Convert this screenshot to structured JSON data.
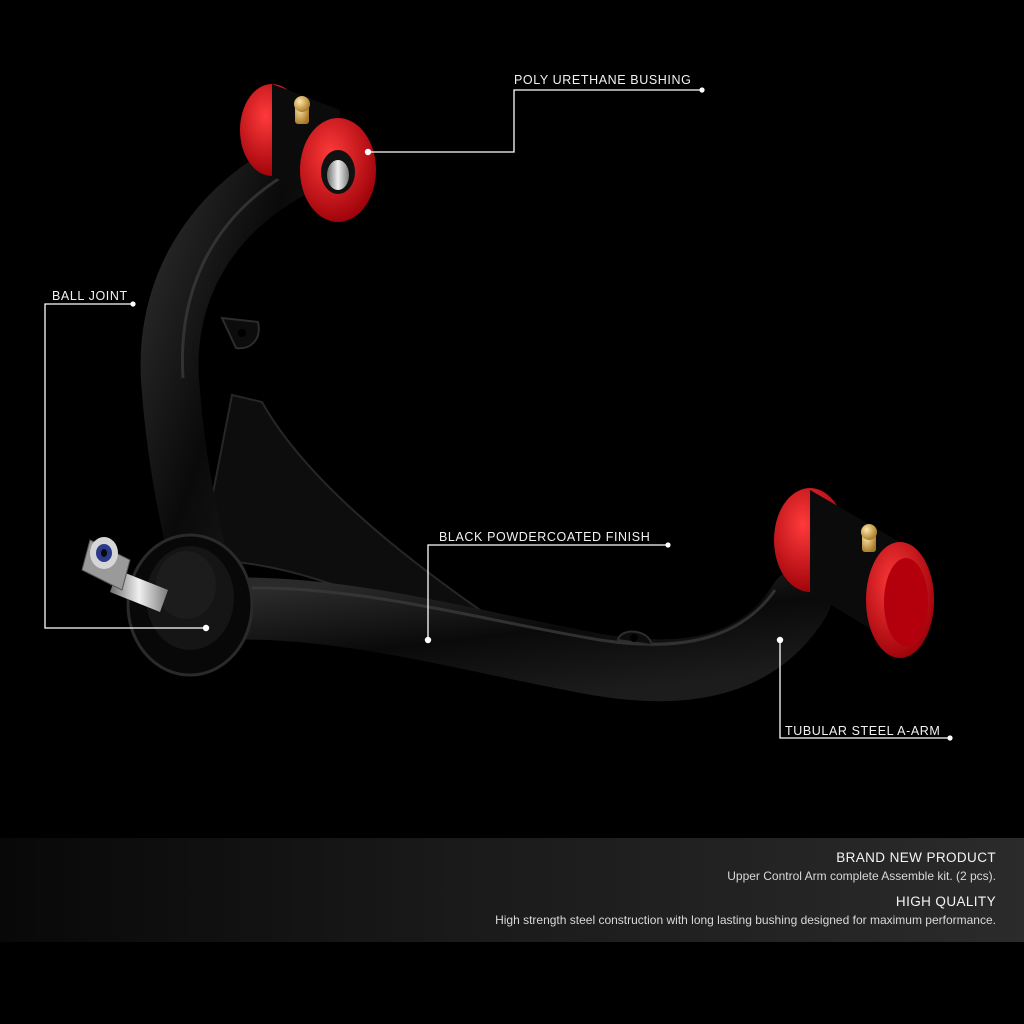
{
  "callouts": {
    "bushing": "POLY URETHANE BUSHING",
    "ball_joint": "BALL JOINT",
    "finish": "BLACK POWDERCOATED FINISH",
    "tube": "TUBULAR STEEL A-ARM"
  },
  "info": {
    "heading_1": "BRAND NEW PRODUCT",
    "text_1": "Upper Control Arm complete Assemble kit. (2 pcs).",
    "heading_2": "HIGH QUALITY",
    "text_2": "High strength steel construction with long lasting bushing designed for maximum performance."
  },
  "colors": {
    "background": "#000000",
    "arm": "#0b0b0b",
    "bushing": "#d0101c",
    "callout_line": "#ffffff"
  }
}
